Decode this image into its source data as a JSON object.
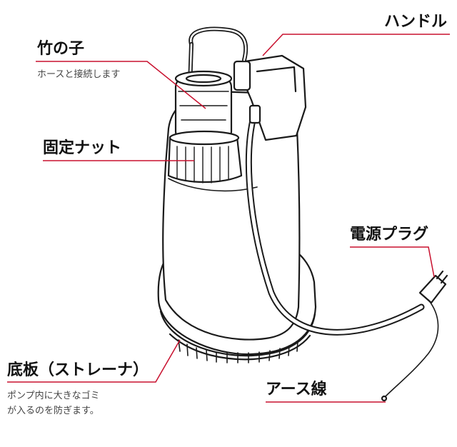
{
  "labels": {
    "handle": "ハンドル",
    "nozzle": "竹の子",
    "nozzle_note": "ホースと接続します",
    "nut": "固定ナット",
    "plug": "電源プラグ",
    "strainer": "底板（ストレーナ）",
    "strainer_note_1": "ポンプ内に大きなゴミ",
    "strainer_note_2": "が入るのを防ぎます。",
    "earth": "アース線"
  },
  "colors": {
    "leader_line": "#c8102e",
    "outline": "#1a1a1a",
    "label_text": "#111111",
    "note_text": "#444444"
  }
}
